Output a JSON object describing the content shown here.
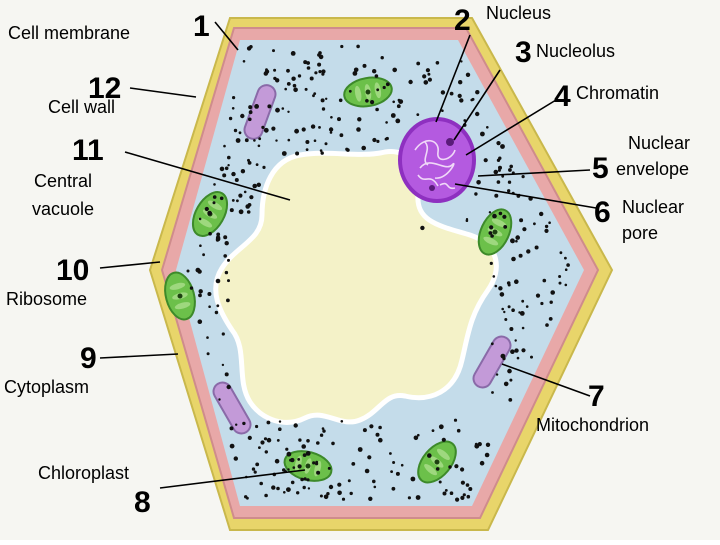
{
  "labels": {
    "cell_membrane": {
      "number": "1",
      "text": "Cell membrane"
    },
    "nucleus": {
      "number": "2",
      "text": "Nucleus"
    },
    "nucleolus": {
      "number": "3",
      "text": "Nucleolus"
    },
    "chromatin": {
      "number": "4",
      "text": "Chromatin"
    },
    "nuclear_envelope": {
      "number": "5",
      "text_line1": "Nuclear",
      "text_line2": "envelope"
    },
    "nuclear_pore": {
      "number": "6",
      "text_line1": "Nuclear",
      "text_line2": "pore"
    },
    "mitochondrion": {
      "number": "7",
      "text": "Mitochondrion"
    },
    "chloroplast": {
      "number": "8",
      "text": "Chloroplast"
    },
    "cytoplasm": {
      "number": "9",
      "text": "Cytoplasm"
    },
    "ribosome": {
      "number": "10",
      "text": "Ribosome"
    },
    "central_vacuole": {
      "number": "11",
      "text_line1": "Central",
      "text_line2": "vacuole"
    },
    "cell_wall": {
      "number": "12",
      "text": "Cell wall"
    }
  },
  "colors": {
    "cell_wall": "#e8d56a",
    "membrane": "#e8a8a8",
    "cytoplasm": "#c4dcea",
    "vacuole": "#f4f2c8",
    "nucleus": "#b45ae0",
    "chloroplast": "#6cc04a",
    "mitochondrion": "#c39ad8",
    "ribosome": "#111111"
  }
}
